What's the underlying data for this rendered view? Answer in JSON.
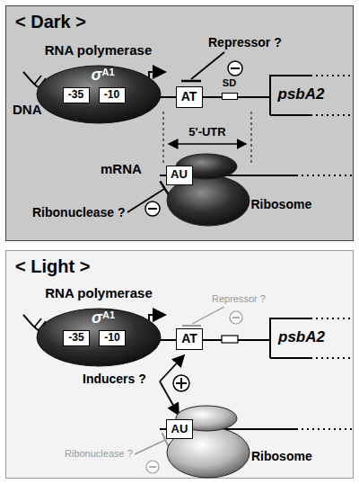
{
  "diagram": {
    "nodes": [
      {
        "text": [
          "< Dark >"
        ]
      },
      {
        "text": [
          "RNA polymerase",
          "σ",
          "A1"
        ],
        "in": 0
      },
      {
        "text": [
          "-35"
        ],
        "in": 1
      },
      {
        "text": [
          "-10"
        ],
        "in": 1
      },
      {
        "text": [
          "AT"
        ],
        "in": 0
      },
      {
        "text": [
          "SD"
        ],
        "in": 0
      },
      {
        "text": [
          "psbA2"
        ],
        "in": 0
      },
      {
        "text": [
          "AU"
        ],
        "in": 0
      },
      {
        "text": [
          "Ribosome"
        ],
        "in": 0
      },
      {
        "text": [
          "< Light >"
        ]
      },
      {
        "text": [
          "RNA polymerase",
          "σ",
          "A1"
        ],
        "in": 9
      },
      {
        "text": [
          "-35"
        ],
        "in": 10
      },
      {
        "text": [
          "-10"
        ],
        "in": 10
      },
      {
        "text": [
          "AT"
        ],
        "in": 9
      },
      {
        "text": [
          "psbA2"
        ],
        "in": 9
      },
      {
        "text": [
          "AU"
        ],
        "in": 9
      },
      {
        "text": [
          "Ribosome"
        ],
        "in": 9
      }
    ],
    "labels": [
      "DNA",
      "Repressor ?",
      "5'-UTR",
      "mRNA",
      "Ribonuclease ?",
      "Repressor ?",
      "Inducers ?",
      "Ribonuclease ?"
    ]
  }
}
